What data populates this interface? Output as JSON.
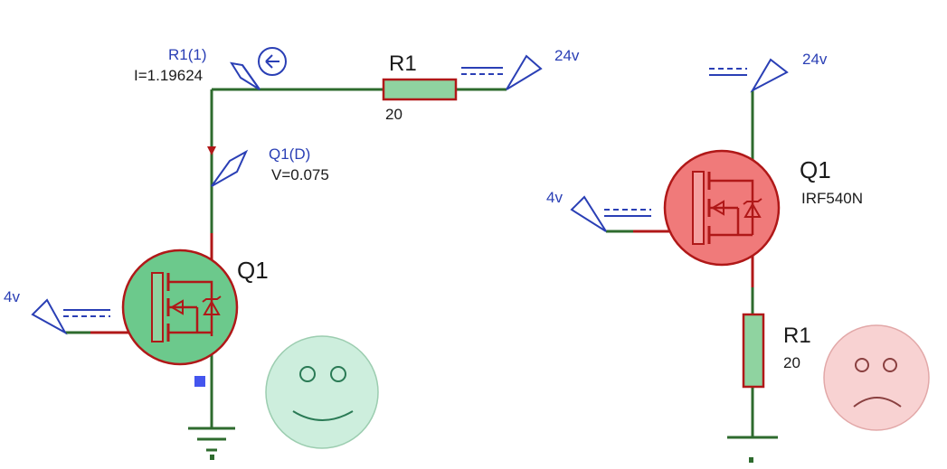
{
  "left_circuit": {
    "probe_current_name": "R1(1)",
    "probe_current_value": "I=1.19624",
    "resistor_name": "R1",
    "resistor_value": "20",
    "supply_label": "24v",
    "probe_voltage_name": "Q1(D)",
    "probe_voltage_value": "V=0.075",
    "gate_label": "4v",
    "transistor_name": "Q1",
    "mood": "happy"
  },
  "right_circuit": {
    "supply_label": "24v",
    "transistor_name": "Q1",
    "transistor_part": "IRF540N",
    "gate_label": "4v",
    "resistor_name": "R1",
    "resistor_value": "20",
    "mood": "sad"
  },
  "colors": {
    "wire_green": "#2e6b2e",
    "wire_red": "#b01818",
    "label_blue": "#2a3fb5",
    "mosfet_on_fill": "#6cc98c",
    "mosfet_off_fill": "#f07a7a",
    "resistor_fill": "#8fd3a0",
    "happy_face_fill": "#cdeedd",
    "sad_face_fill": "#f8d2d2"
  }
}
